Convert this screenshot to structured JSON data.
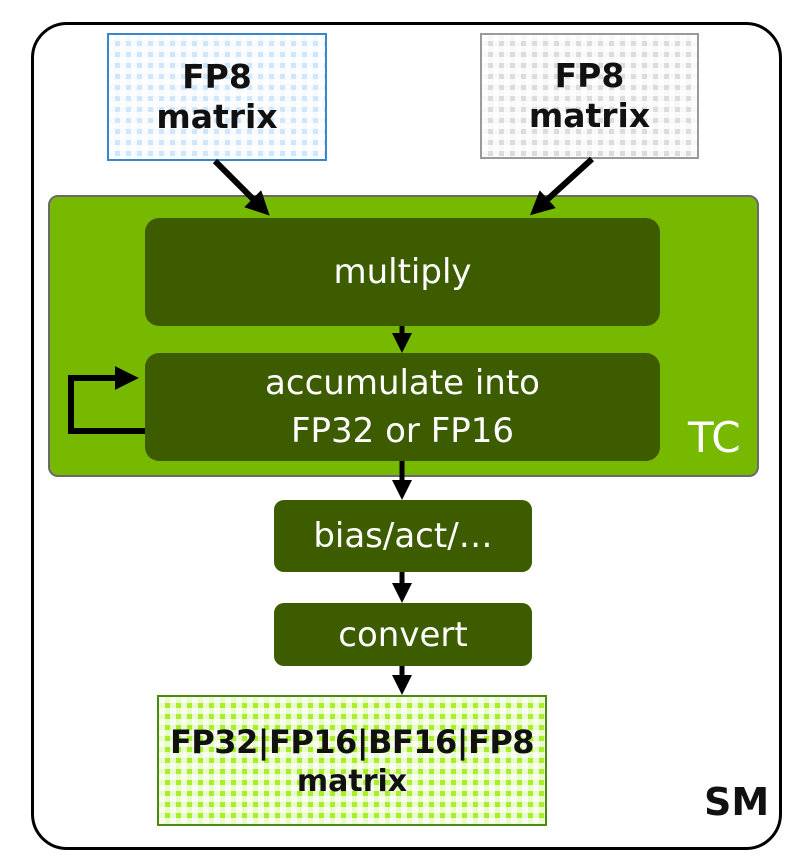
{
  "diagram": {
    "container_label": "SM",
    "tensor_core_label": "TC",
    "inputs": [
      {
        "line1": "FP8",
        "line2": "matrix",
        "style": "blue-grid",
        "border_color": "#3a86c8"
      },
      {
        "line1": "FP8",
        "line2": "matrix",
        "style": "gray-grid",
        "border_color": "#9a9a9a"
      }
    ],
    "stages": {
      "multiply": "multiply",
      "accumulate_line1": "accumulate into",
      "accumulate_line2": "FP32 or FP16",
      "bias": "bias/act/…",
      "convert": "convert"
    },
    "output": {
      "line1": "FP32|FP16|BF16|FP8",
      "line2": "matrix"
    },
    "colors": {
      "tensor_core": "#76b900",
      "stage": "#3d5c00",
      "output_grid": "#a8ef2a",
      "input_a_grid": "#cfe6fb",
      "input_b_grid": "#dcdcdc"
    }
  }
}
